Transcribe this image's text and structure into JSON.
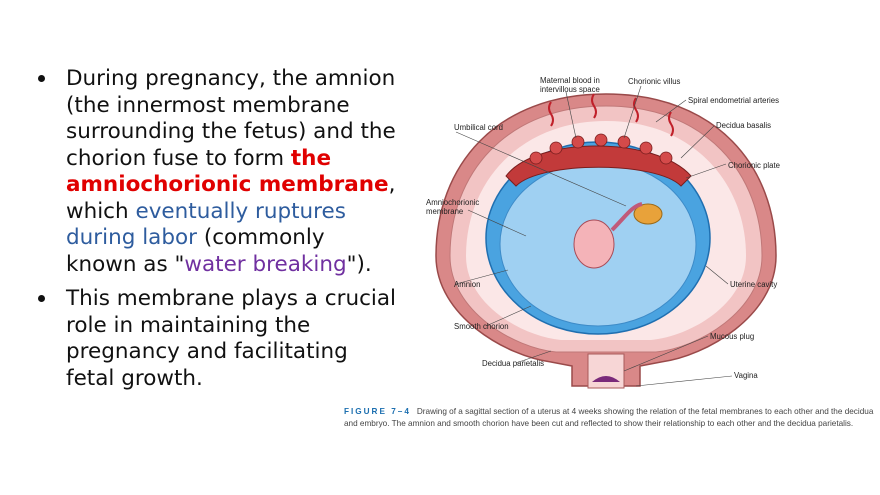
{
  "bullets": {
    "b1": {
      "part1": "During pregnancy, the amnion (the innermost membrane surrounding the fetus) and the chorion fuse to form ",
      "highlight": "the amniochorionic membrane",
      "part2": ", which ",
      "blue_text": "eventually ruptures during labor",
      "part3": " (commonly known as \"",
      "purple_text": "water breaking",
      "part4": "\")."
    },
    "b2": {
      "text": "This membrane plays a crucial role in maintaining the pregnancy and facilitating fetal growth."
    }
  },
  "figure": {
    "labels": {
      "maternal_blood_1": "Maternal blood in",
      "maternal_blood_2": "intervillous space",
      "chorionic_villus": "Chorionic villus",
      "spiral_arteries": "Spiral endometrial arteries",
      "decidua_basalis": "Decidua basalis",
      "umbilical_cord": "Umbilical cord",
      "chorionic_plate": "Chorionic plate",
      "amniochorionic_1": "Amniochorionic",
      "amniochorionic_2": "membrane",
      "amnion": "Amnion",
      "uterine_cavity": "Uterine cavity",
      "smooth_chorion": "Smooth chorion",
      "mucous_plug": "Mucous plug",
      "decidua_parietalis": "Decidua parietalis",
      "vagina": "Vagina"
    },
    "caption_number": "FIGURE 7–4",
    "caption_text": "Drawing of a sagittal section of a uterus at 4 weeks showing the relation of the fetal membranes to each other and the decidua and embryo. The amnion and smooth chorion have been cut and reflected to show their relationship to each other and the decidua parietalis."
  },
  "colors": {
    "highlight_red": "#e00000",
    "blue_text": "#2e5c9e",
    "purple_text": "#7030a0",
    "caption_blue": "#1c6fb0"
  }
}
